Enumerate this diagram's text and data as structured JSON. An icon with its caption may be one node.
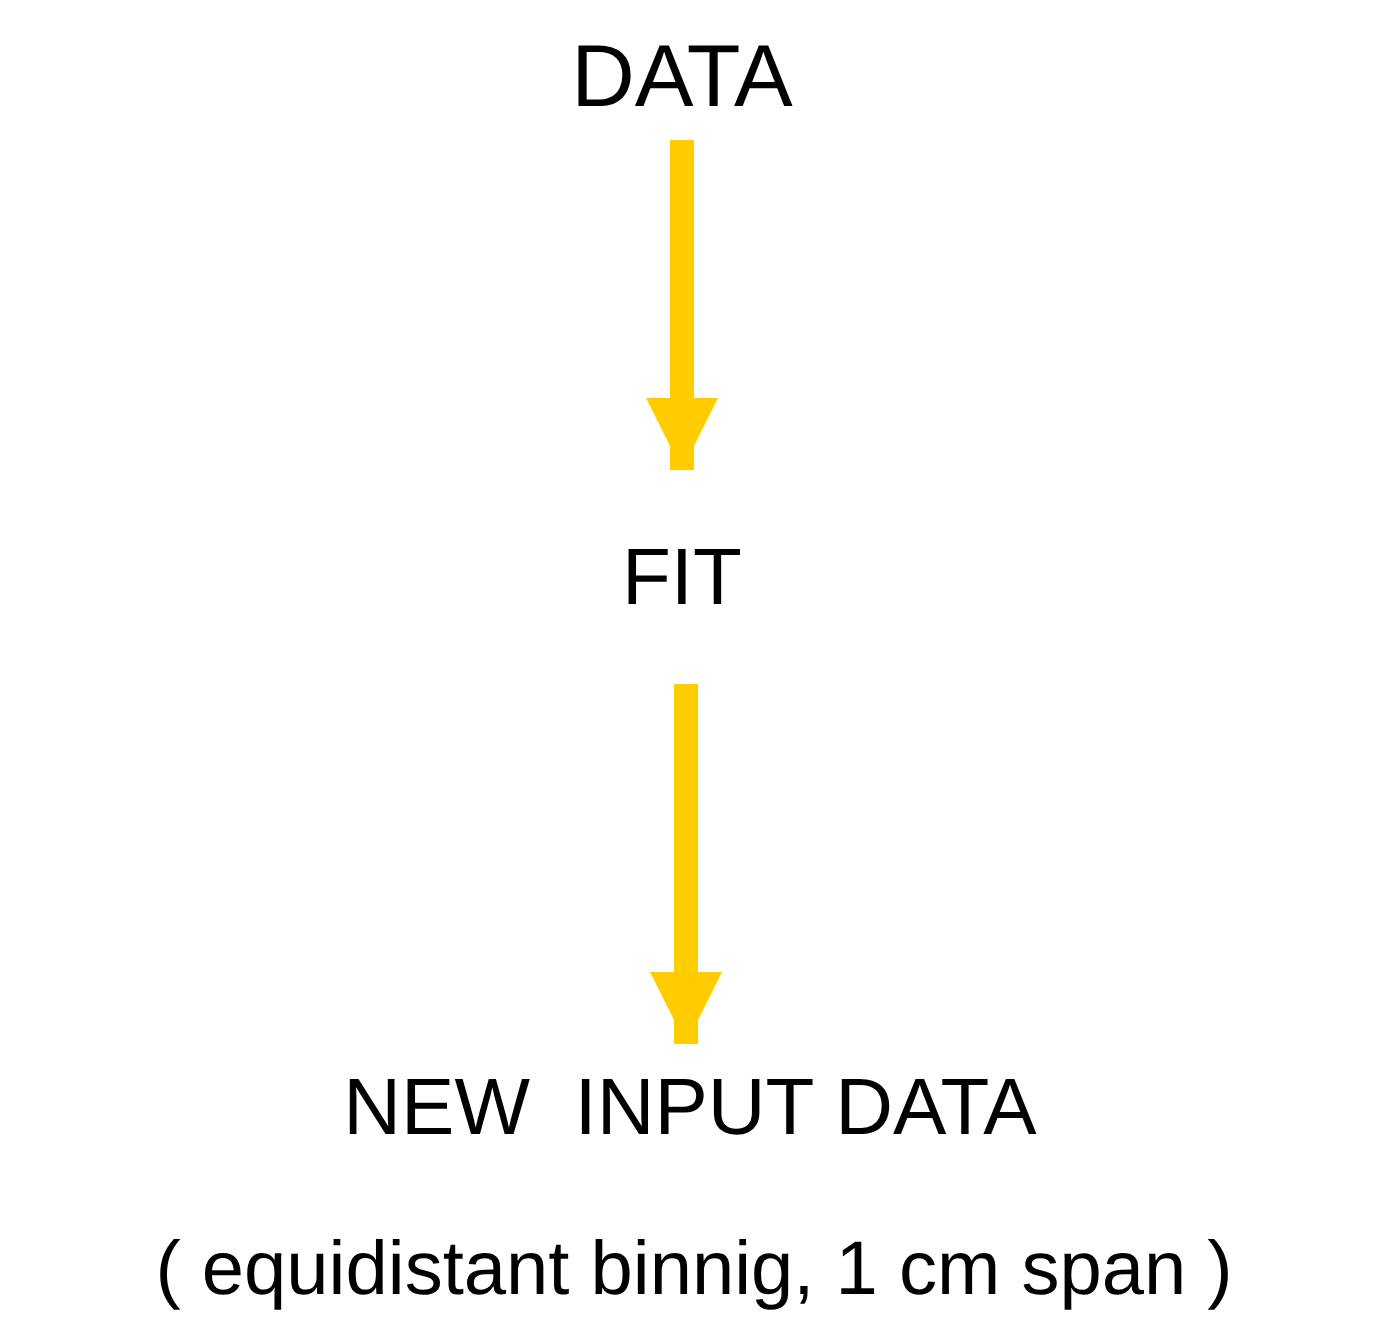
{
  "diagram": {
    "nodes": [
      {
        "text": [
          "DATA"
        ]
      },
      {
        "text": [
          "FIT"
        ]
      },
      {
        "text": [
          "NEW  INPUT DATA"
        ],
        "beside": [
          "( equidistant binnig, 1 cm span )"
        ]
      }
    ],
    "edges": [
      {
        "from": 0,
        "to": 1,
        "arrow": "to"
      },
      {
        "from": 1,
        "to": 2,
        "arrow": "to"
      }
    ]
  }
}
